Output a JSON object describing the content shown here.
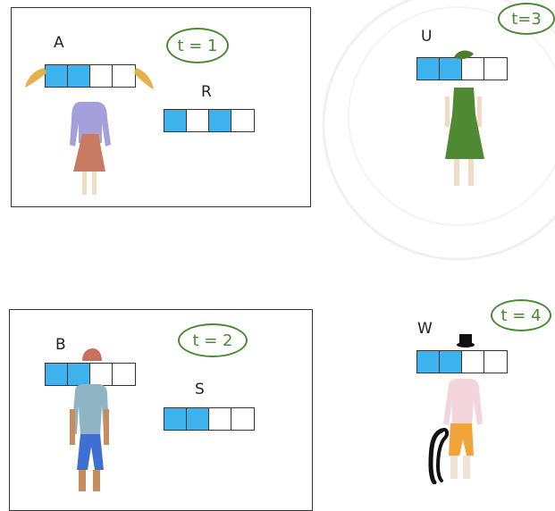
{
  "colors": {
    "filled_cell": "#3db2ec",
    "empty_cell": "#ffffff",
    "badge_green": "#4a8a35"
  },
  "panels": [
    {
      "time_label": "t = 1",
      "agents": [
        {
          "name": "A",
          "filled": [
            true,
            true,
            false,
            false
          ],
          "figure": "girl-with-pigtails-icon"
        },
        {
          "name": "R",
          "filled": [
            true,
            false,
            true,
            false
          ],
          "figure": ""
        }
      ]
    },
    {
      "time_label": "t = 2",
      "agents": [
        {
          "name": "B",
          "filled": [
            true,
            true,
            false,
            false
          ],
          "figure": "boy-with-cap-icon"
        },
        {
          "name": "S",
          "filled": [
            true,
            true,
            false,
            false
          ],
          "figure": ""
        }
      ]
    },
    {
      "time_label": "t=3",
      "agents": [
        {
          "name": "U",
          "filled": [
            true,
            true,
            false,
            false
          ],
          "figure": "green-dress-figure-icon"
        }
      ]
    },
    {
      "time_label": "t = 4",
      "agents": [
        {
          "name": "W",
          "filled": [
            true,
            true,
            false,
            false
          ],
          "figure": "top-hat-figure-with-cat-icon"
        }
      ]
    }
  ]
}
